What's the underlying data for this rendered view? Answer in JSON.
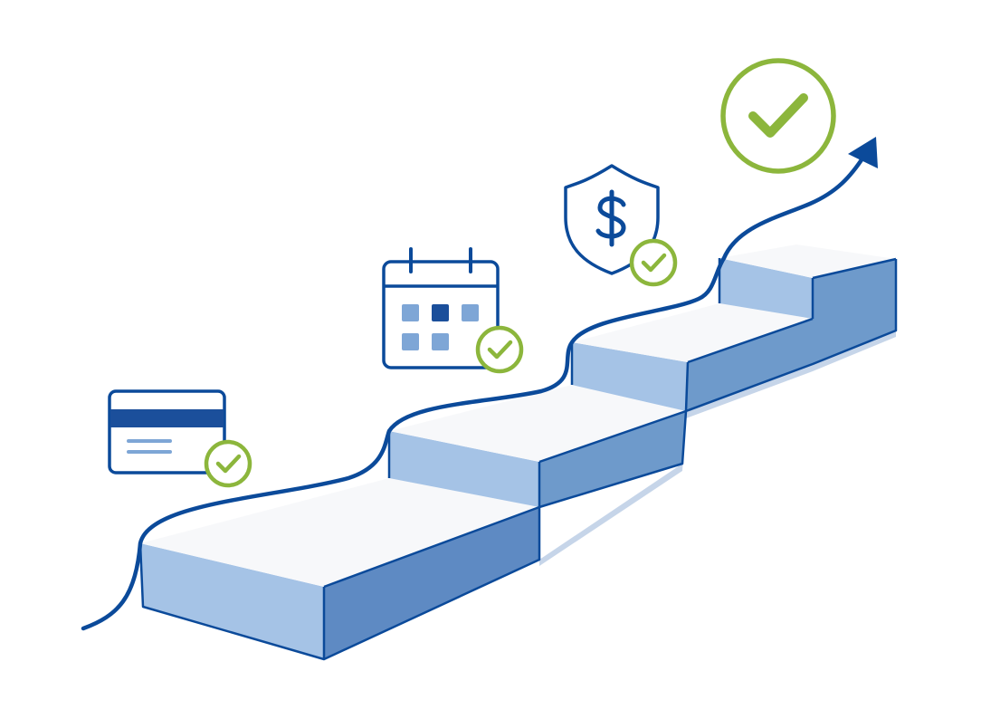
{
  "illustration": {
    "steps_count": 4,
    "milestones": [
      {
        "icon": "credit-card-icon",
        "status": "complete"
      },
      {
        "icon": "calendar-icon",
        "status": "complete"
      },
      {
        "icon": "shield-dollar-icon",
        "status": "complete"
      },
      {
        "icon": "large-checkmark-icon",
        "status": "complete"
      }
    ],
    "colors": {
      "navy": "#0b4a9a",
      "blue_light": "#a5c3e6",
      "blue_mid": "#6e9acb",
      "blue_dark": "#5b86bf",
      "tread": "#f7f8fa",
      "green": "#8cb63c",
      "calendar_highlight": "#1b4f9b",
      "calendar_cell": "#7ea6d6"
    }
  }
}
